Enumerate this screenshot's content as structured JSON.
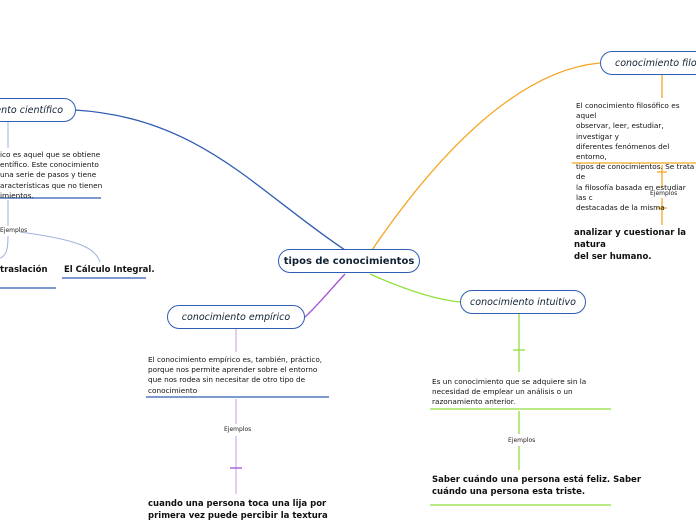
{
  "center": {
    "label": "tipos de conocimientos"
  },
  "cientifico": {
    "title": "conocimiento científico",
    "description": [
      "ico es aquel que se obtiene",
      "entífico. Este conocimiento",
      "una serie de pasos y tiene",
      "aracterísticas que no tienen",
      "imientos."
    ],
    "examples_label": "Ejemplos",
    "examples": [
      "traslación",
      "El Cálculo Integral."
    ]
  },
  "empirico": {
    "title": "conocimiento empírico",
    "description": [
      "El conocimiento empírico es, también, práctico,",
      "porque nos permite aprender sobre el entorno",
      "que nos rodea sin necesitar de otro tipo de",
      "conocimiento"
    ],
    "examples_label": "Ejemplos",
    "example": [
      "cuando una persona toca una lija por",
      "primera vez puede percibir la textura"
    ]
  },
  "intuitivo": {
    "title": "conocimiento intuitivo",
    "description": [
      "Es un conocimiento que se adquiere sin la",
      "necesidad de emplear un análisis o un",
      "razonamiento anterior."
    ],
    "examples_label": "Ejemplos",
    "example": [
      "Saber cuándo una persona está feliz. Saber",
      "cuándo una persona esta triste."
    ]
  },
  "filosofico": {
    "title": "conocimiento filosófico",
    "description": [
      "El conocimiento filosófico es aquel",
      "observar, leer, estudiar, investigar y",
      "diferentes fenómenos del entorno,",
      "tipos de conocimientos. Se trata de",
      "la filosofía basada en estudiar las c",
      "destacadas de la misma"
    ],
    "examples_label": "Ejemplos",
    "example": [
      "analizar y cuestionar la natura",
      "del ser humano."
    ]
  },
  "colors": {
    "cientifico": "#2f5db3",
    "empirico": "#a34fd6",
    "intuitivo": "#8fdf3a",
    "filosofico": "#f5a623",
    "node_border": "#2f5db3"
  }
}
